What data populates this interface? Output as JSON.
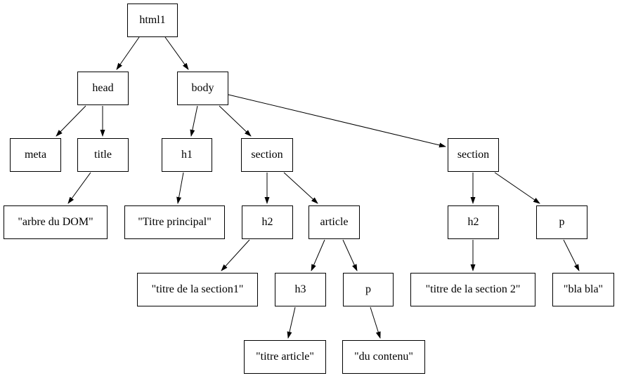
{
  "diagram": {
    "type": "tree",
    "description": "DOM tree diagram (graphviz style), boxes connected by arrows",
    "colors": {
      "node_border": "#000000",
      "node_fill": "#ffffff",
      "edge": "#000000",
      "text": "#000000",
      "background": "#ffffff"
    },
    "nodes": [
      {
        "id": "html1",
        "label": "html1"
      },
      {
        "id": "head",
        "label": "head"
      },
      {
        "id": "body",
        "label": "body"
      },
      {
        "id": "meta",
        "label": "meta"
      },
      {
        "id": "title",
        "label": "title"
      },
      {
        "id": "h1",
        "label": "h1"
      },
      {
        "id": "section-left",
        "label": "section"
      },
      {
        "id": "section-right",
        "label": "section"
      },
      {
        "id": "arbre-du-dom",
        "label": "\"arbre du DOM\""
      },
      {
        "id": "titre-principal",
        "label": "\"Titre principal\""
      },
      {
        "id": "h2-left",
        "label": "h2"
      },
      {
        "id": "article",
        "label": "article"
      },
      {
        "id": "h2-right",
        "label": "h2"
      },
      {
        "id": "p-right",
        "label": "p"
      },
      {
        "id": "titre-section1",
        "label": "\"titre de la section1\""
      },
      {
        "id": "h3",
        "label": "h3"
      },
      {
        "id": "p-left",
        "label": "p"
      },
      {
        "id": "titre-section2",
        "label": "\"titre de la section 2\""
      },
      {
        "id": "bla-bla",
        "label": "\"bla bla\""
      },
      {
        "id": "titre-article",
        "label": "\"titre article\""
      },
      {
        "id": "du-contenu",
        "label": "\"du contenu\""
      }
    ],
    "edges": [
      {
        "from": "html1",
        "to": "head"
      },
      {
        "from": "html1",
        "to": "body"
      },
      {
        "from": "head",
        "to": "meta"
      },
      {
        "from": "head",
        "to": "title"
      },
      {
        "from": "body",
        "to": "h1"
      },
      {
        "from": "body",
        "to": "section-left"
      },
      {
        "from": "body",
        "to": "section-right"
      },
      {
        "from": "title",
        "to": "arbre-du-dom"
      },
      {
        "from": "h1",
        "to": "titre-principal"
      },
      {
        "from": "section-left",
        "to": "h2-left"
      },
      {
        "from": "section-left",
        "to": "article"
      },
      {
        "from": "h2-left",
        "to": "titre-section1"
      },
      {
        "from": "article",
        "to": "h3"
      },
      {
        "from": "article",
        "to": "p-left"
      },
      {
        "from": "h3",
        "to": "titre-article"
      },
      {
        "from": "p-left",
        "to": "du-contenu"
      },
      {
        "from": "section-right",
        "to": "h2-right"
      },
      {
        "from": "section-right",
        "to": "p-right"
      },
      {
        "from": "h2-right",
        "to": "titre-section2"
      },
      {
        "from": "p-right",
        "to": "bla-bla"
      }
    ]
  }
}
